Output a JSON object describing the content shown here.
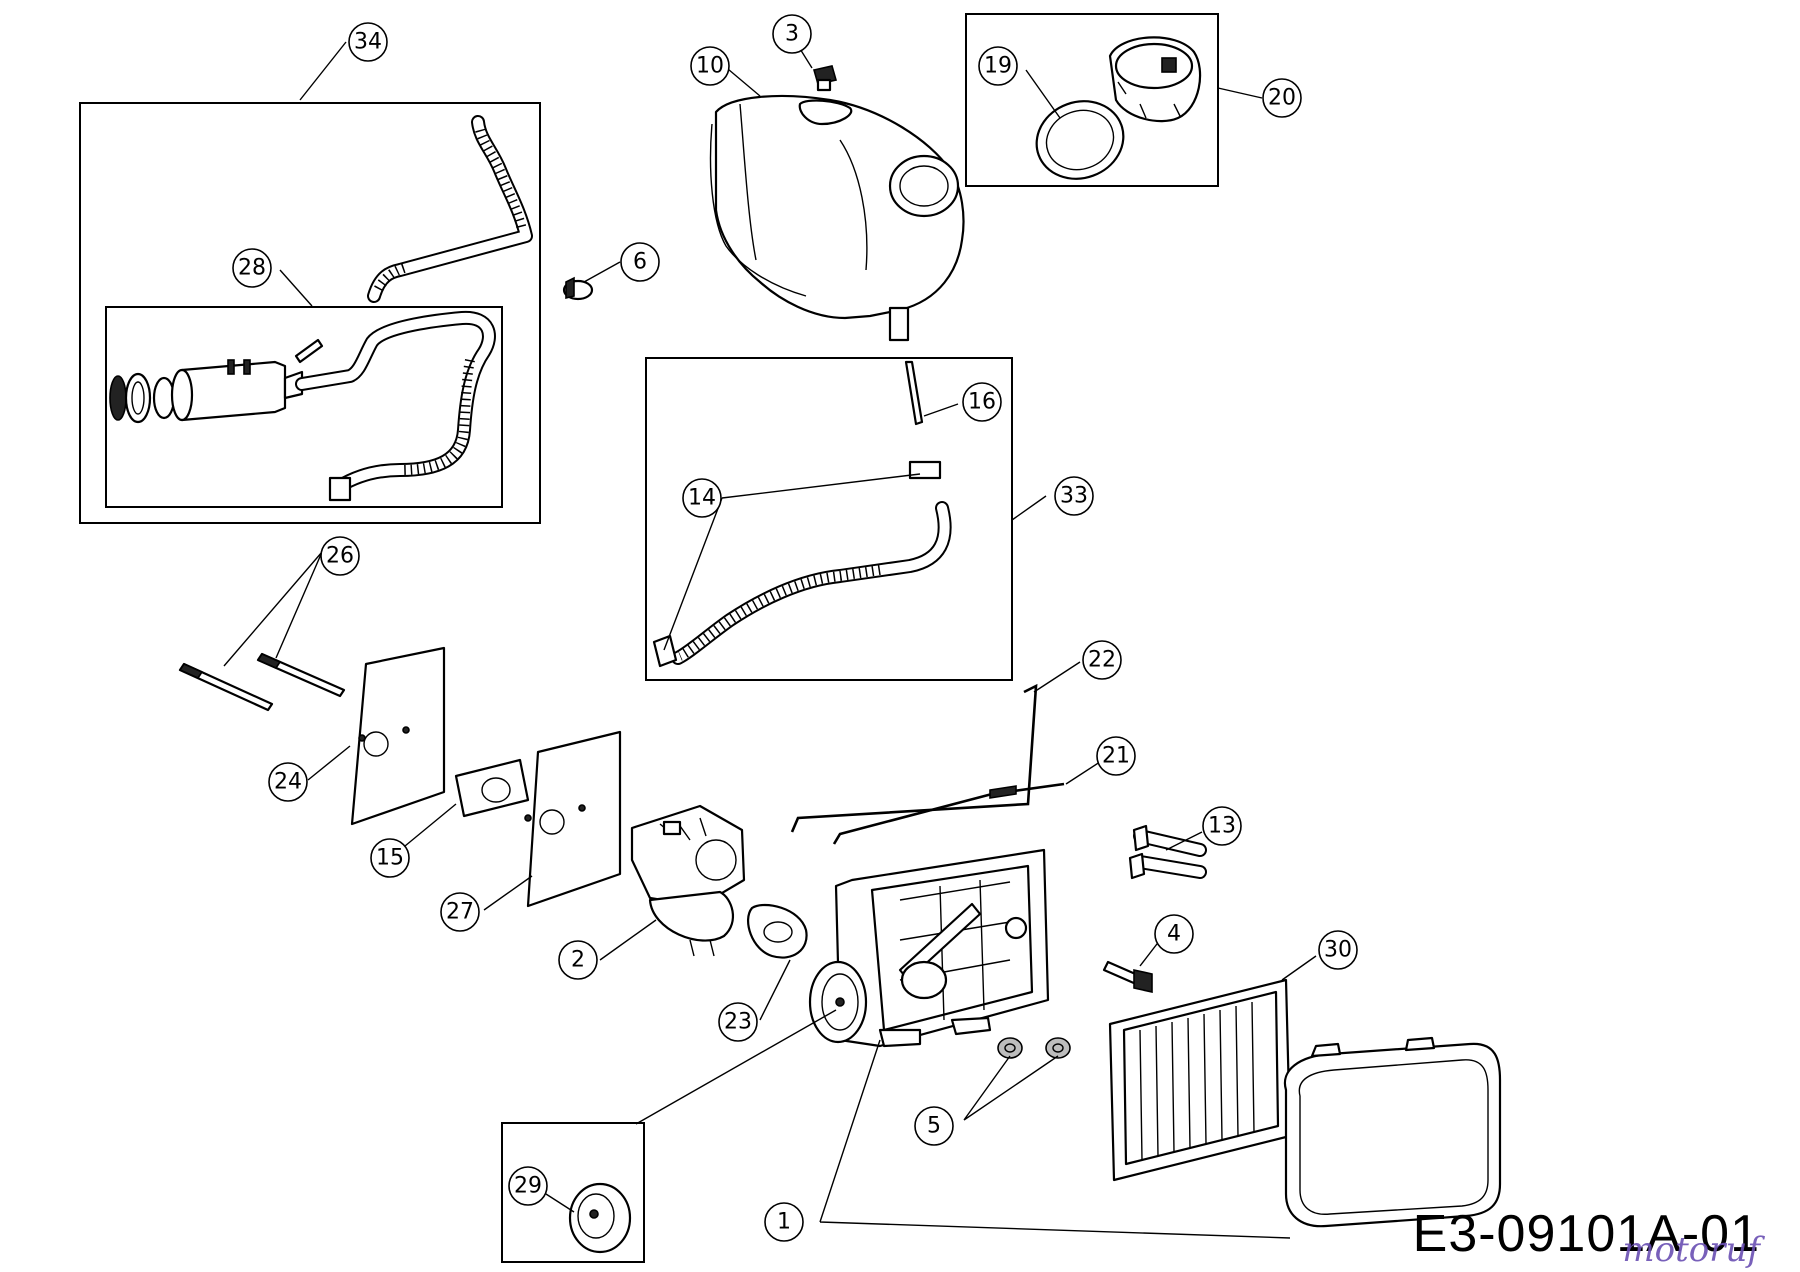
{
  "drawing_number": "E3-09101A-01",
  "watermark": "motoruf",
  "callouts": {
    "c1": "1",
    "c2": "2",
    "c3": "3",
    "c4": "4",
    "c5": "5",
    "c6": "6",
    "c10": "10",
    "c13": "13",
    "c14": "14",
    "c15": "15",
    "c16": "16",
    "c19": "19",
    "c20": "20",
    "c21": "21",
    "c22": "22",
    "c23": "23",
    "c24": "24",
    "c26": "26",
    "c27": "27",
    "c28": "28",
    "c29": "29",
    "c30": "30",
    "c33": "33",
    "c34": "34"
  }
}
